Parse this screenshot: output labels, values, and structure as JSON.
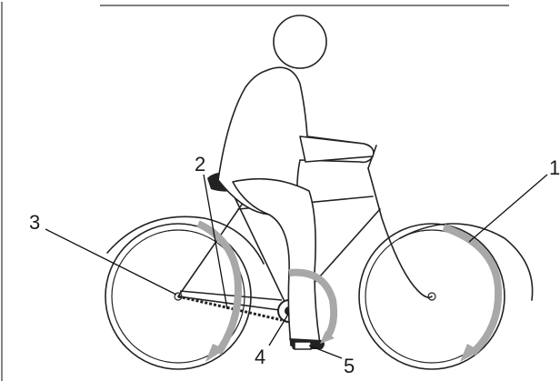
{
  "labels": {
    "l1": "1",
    "l2": "2",
    "l3": "3",
    "l4": "4",
    "l5": "5"
  },
  "colors": {
    "line": "#222222",
    "arrow": "#a8a8a8",
    "background": "#ffffff"
  }
}
